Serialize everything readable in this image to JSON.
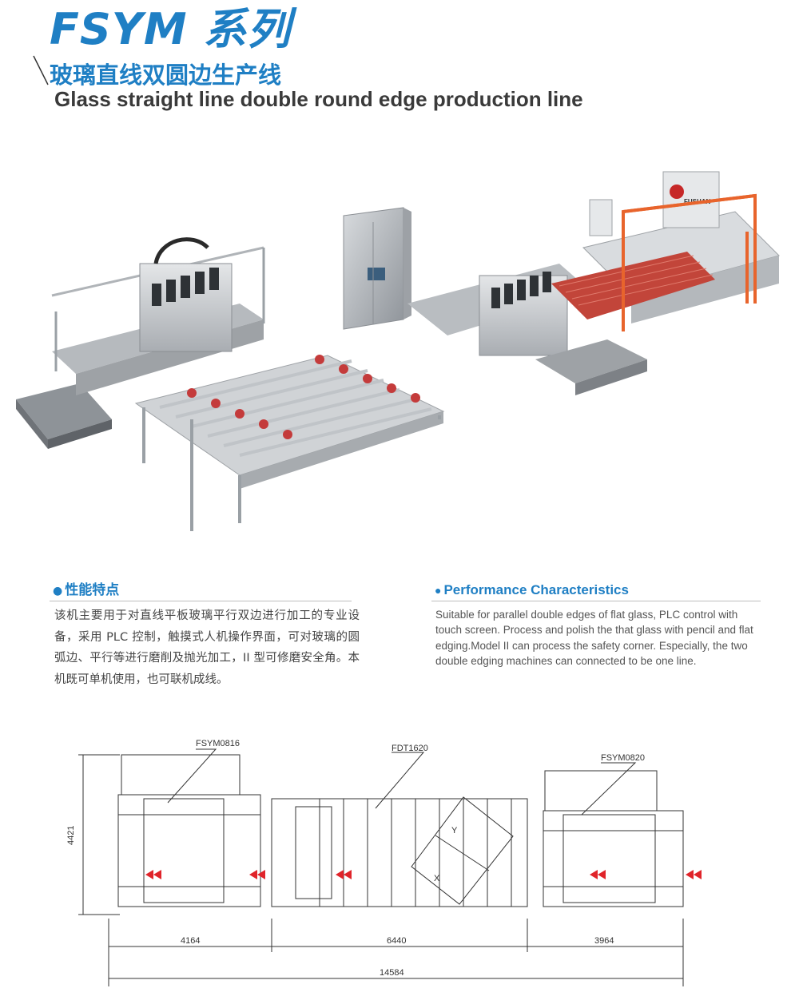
{
  "header": {
    "series_title": "FSYM 系列",
    "title_cn": "玻璃直线双圆边生产线",
    "title_en": "Glass straight line double round edge production line"
  },
  "photo": {
    "brand_label": "FUSHAN"
  },
  "features_cn": {
    "heading": "性能特点",
    "body": "该机主要用于对直线平板玻璃平行双边进行加工的专业设备，采用 PLC 控制，触摸式人机操作界面，可对玻璃的圆弧边、平行等进行磨削及抛光加工，II 型可修磨安全角。本机既可单机使用，也可联机成线。"
  },
  "features_en": {
    "heading": "Performance Characteristics",
    "body": "Suitable for parallel double edges of flat glass, PLC control with touch screen. Process and polish the that glass with pencil and flat edging.Model II can process the safety corner. Especially, the two double edging machines can connected to be one line."
  },
  "drawing": {
    "labels": {
      "left_machine": "FSYM0816",
      "middle_unit": "FDT1620",
      "right_machine": "FSYM0820",
      "glass_x": "X",
      "glass_y": "Y"
    },
    "dimensions": {
      "height": "4421",
      "left_width": "4164",
      "middle_width": "6440",
      "right_width": "3964",
      "total_width": "14584"
    }
  },
  "colors": {
    "accent": "#1f7fc4",
    "frame_orange": "#e8642c",
    "arrow_red": "#e0242a",
    "machine_grey": "#c9ccd0"
  }
}
